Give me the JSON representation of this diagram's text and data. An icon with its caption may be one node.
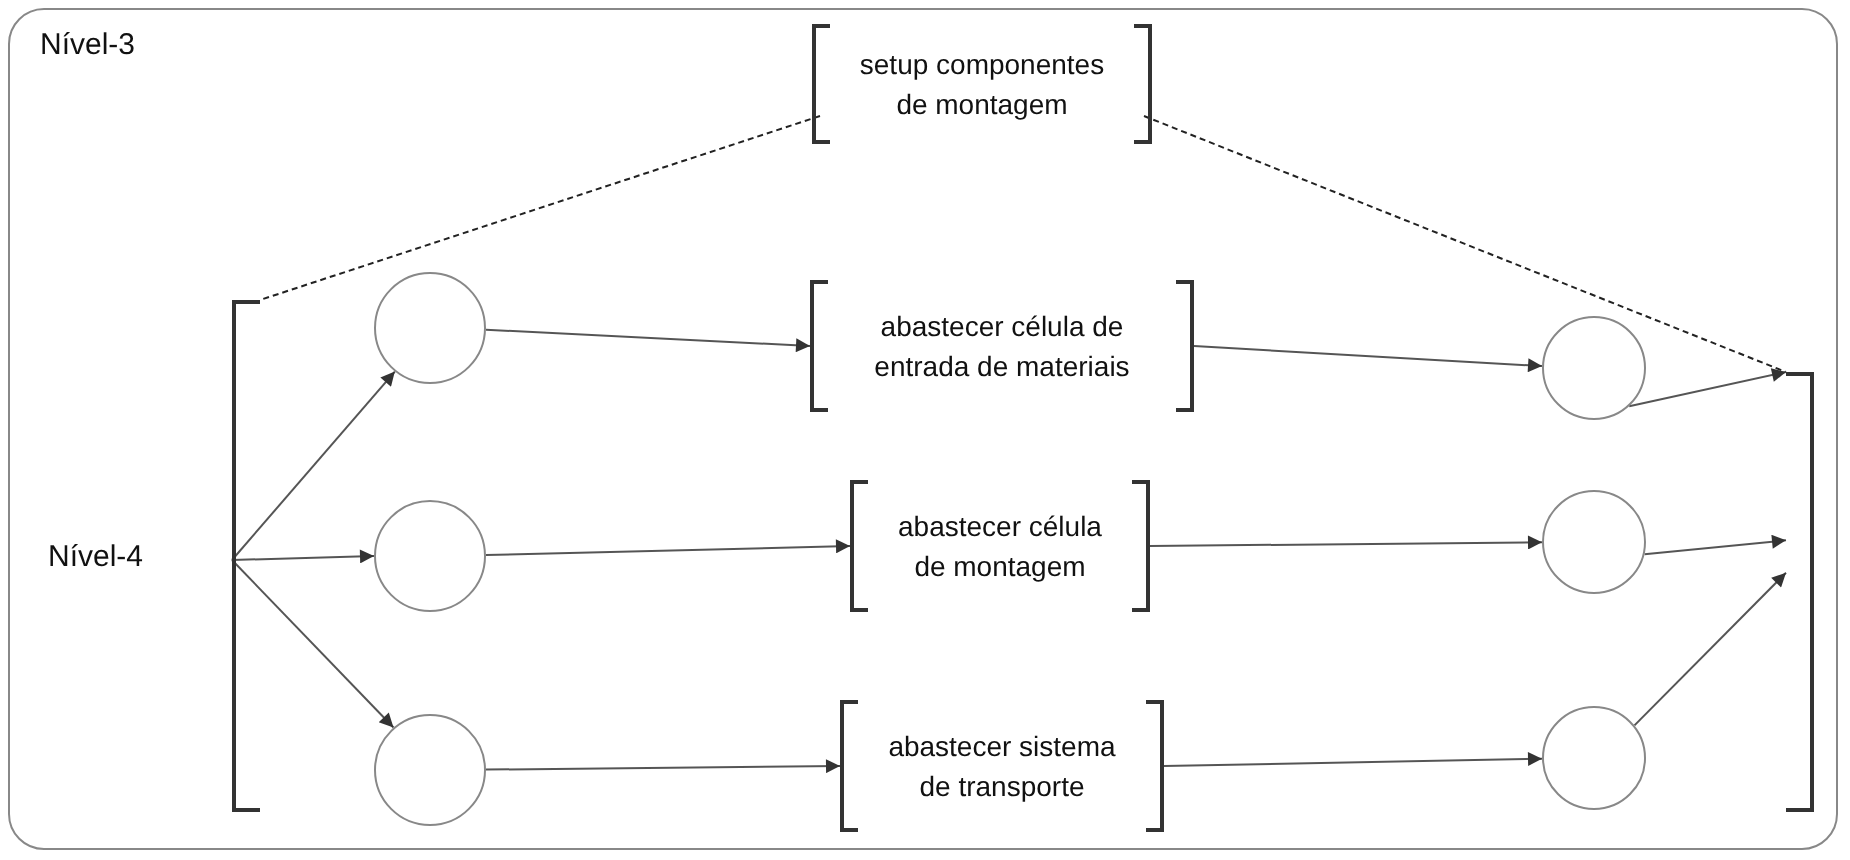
{
  "diagram": {
    "nodes": [
      {
        "text": [
          "setup componentes de montagem"
        ]
      },
      {
        "text": [],
        "shape": "bar"
      },
      {
        "text": [],
        "shape": "bar"
      },
      {
        "text": [],
        "shape": "circle"
      },
      {
        "text": [],
        "shape": "circle"
      },
      {
        "text": [],
        "shape": "circle"
      },
      {
        "text": [
          "abastecer célula de entrada de materiais"
        ]
      },
      {
        "text": [
          "abastecer célula de montagem"
        ]
      },
      {
        "text": [
          "abastecer sistema de transporte"
        ]
      },
      {
        "text": [],
        "shape": "circle"
      },
      {
        "text": [],
        "shape": "circle"
      },
      {
        "text": [],
        "shape": "circle"
      }
    ],
    "edges": [
      {
        "from": 0,
        "to": 1,
        "arrow": "none",
        "style": "dashed"
      },
      {
        "from": 0,
        "to": 2,
        "arrow": "none",
        "style": "dashed"
      },
      {
        "from": 1,
        "to": 3,
        "arrow": "to"
      },
      {
        "from": 1,
        "to": 4,
        "arrow": "to"
      },
      {
        "from": 1,
        "to": 5,
        "arrow": "to"
      },
      {
        "from": 3,
        "to": 6,
        "arrow": "to"
      },
      {
        "from": 4,
        "to": 7,
        "arrow": "to"
      },
      {
        "from": 5,
        "to": 8,
        "arrow": "to"
      },
      {
        "from": 6,
        "to": 9,
        "arrow": "to"
      },
      {
        "from": 7,
        "to": 10,
        "arrow": "to"
      },
      {
        "from": 8,
        "to": 11,
        "arrow": "to"
      },
      {
        "from": 9,
        "to": 2,
        "arrow": "to"
      },
      {
        "from": 10,
        "to": 2,
        "arrow": "to"
      },
      {
        "from": 11,
        "to": 2,
        "arrow": "to"
      }
    ],
    "labels": [
      "Nível-3",
      "Nível-4"
    ]
  }
}
